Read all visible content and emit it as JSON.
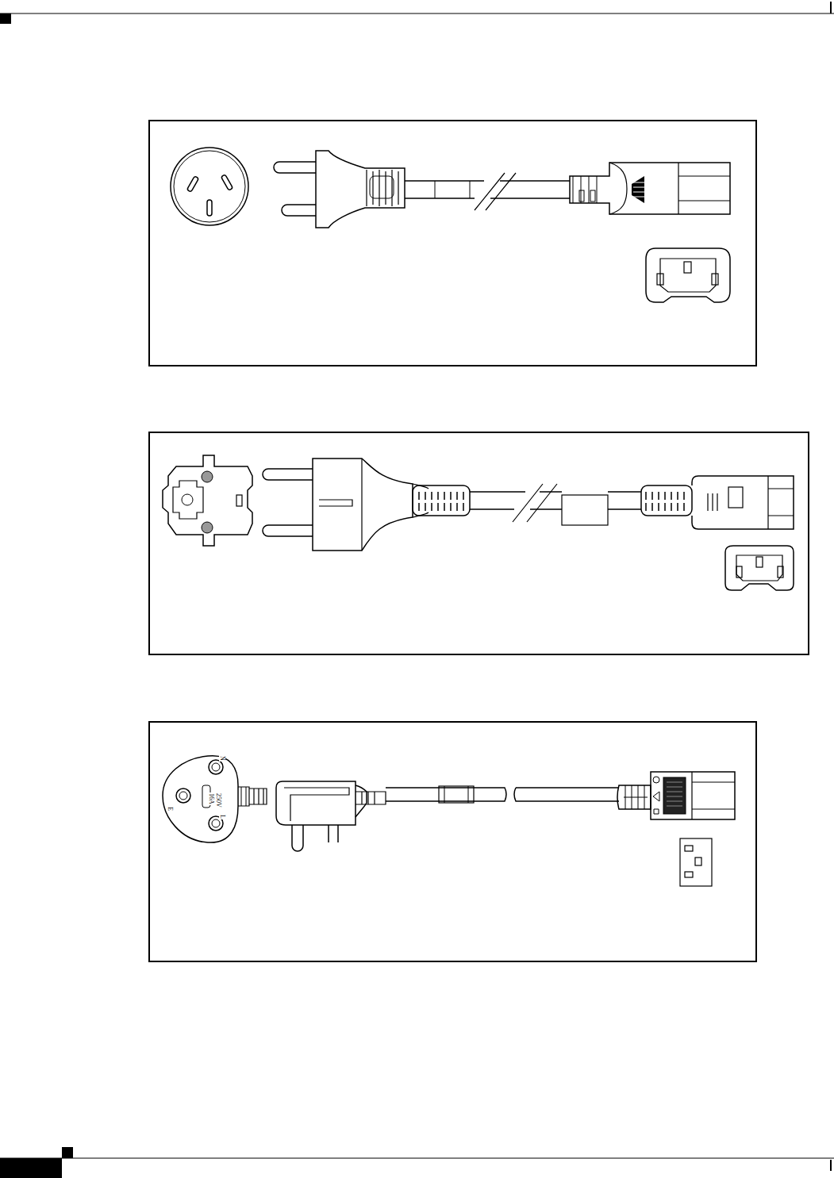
{
  "diagram": {
    "labels": [
      "N",
      "E",
      "L",
      "16A",
      "250V"
    ]
  }
}
